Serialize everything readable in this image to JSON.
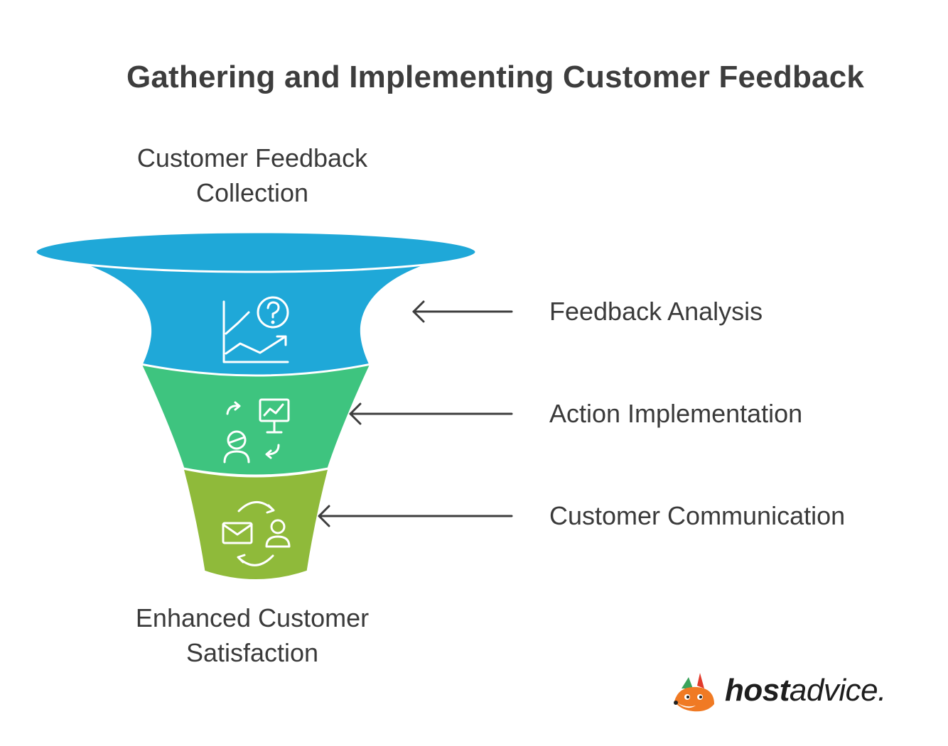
{
  "title": "Gathering and Implementing Customer Feedback",
  "top_label": {
    "line1": "Customer Feedback",
    "line2": "Collection"
  },
  "bottom_label": {
    "line1": "Enhanced Customer",
    "line2": "Satisfaction"
  },
  "stages": [
    {
      "label": "Feedback Analysis",
      "color": "#1fa8d8",
      "icon": "analytics-chart-question-icon"
    },
    {
      "label": "Action Implementation",
      "color": "#3ec47f",
      "icon": "presentation-person-cycle-icon"
    },
    {
      "label": "Customer Communication",
      "color": "#8fba3a",
      "icon": "mail-user-exchange-icon"
    }
  ],
  "logo": {
    "bold": "host",
    "regular": "advice."
  }
}
